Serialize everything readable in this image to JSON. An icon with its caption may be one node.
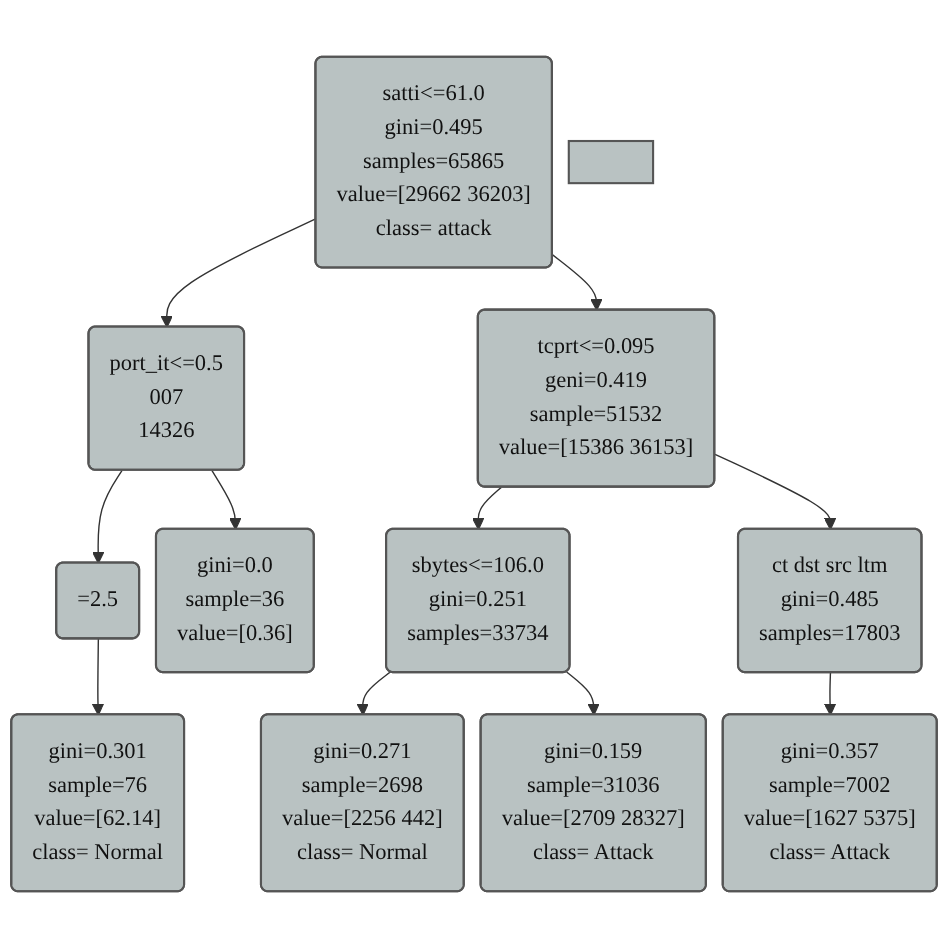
{
  "diagram": {
    "nodes": [
      {
        "text": [
          "satti<=61.0",
          "gini=0.495",
          "samples=65865",
          "value=[29662 36203]",
          "class= attack"
        ]
      },
      {
        "text": [
          "port_it<=0.5",
          "007",
          "14326"
        ]
      },
      {
        "text": [
          "tcprt<=0.095",
          "geni=0.419",
          "sample=51532",
          "value=[15386 36153]"
        ]
      },
      {
        "text": [
          "=2.5"
        ]
      },
      {
        "text": [
          "gini=0.0",
          "sample=36",
          "value=[0.36]"
        ]
      },
      {
        "text": [
          "sbytes<=106.0",
          "gini=0.251",
          "samples=33734"
        ]
      },
      {
        "text": [
          "ct dst src ltm",
          "gini=0.485",
          "samples=17803"
        ]
      },
      {
        "text": [],
        "shape": "box"
      },
      {
        "text": [
          "gini=0.301",
          "sample=76",
          "value=[62.14]",
          "class= Normal"
        ]
      },
      {
        "text": [
          "gini=0.271",
          "sample=2698",
          "value=[2256 442]",
          "class= Normal"
        ]
      },
      {
        "text": [
          "gini=0.159",
          "sample=31036",
          "value=[2709 28327]",
          "class= Attack"
        ]
      },
      {
        "text": [
          "gini=0.357",
          "sample=7002",
          "value=[1627 5375]",
          "class= Attack"
        ]
      }
    ],
    "edges": [
      {
        "from": 0,
        "to": 1,
        "arrow": "to"
      },
      {
        "from": 0,
        "to": 2,
        "arrow": "to"
      },
      {
        "from": 1,
        "to": 3,
        "arrow": "to"
      },
      {
        "from": 1,
        "to": 4,
        "arrow": "to"
      },
      {
        "from": 2,
        "to": 5,
        "arrow": "to"
      },
      {
        "from": 2,
        "to": 6,
        "arrow": "to"
      },
      {
        "from": 3,
        "to": 8,
        "arrow": "to"
      },
      {
        "from": 5,
        "to": 9,
        "arrow": "to"
      },
      {
        "from": 5,
        "to": 10,
        "arrow": "to"
      },
      {
        "from": 6,
        "to": 11,
        "arrow": "to"
      }
    ]
  }
}
